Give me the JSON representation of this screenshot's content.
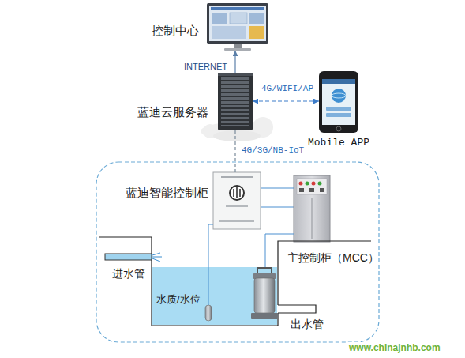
{
  "diagram": {
    "nodes": [
      {
        "text": [
          "控制中心"
        ]
      },
      {
        "text": [
          "蓝迪云服务器"
        ]
      },
      {
        "text": [
          "Mobile APP"
        ]
      },
      {
        "text": [
          "蓝迪智能控制柜"
        ]
      },
      {
        "text": [
          "主控制柜（MCC）"
        ]
      }
    ],
    "edges": [
      {
        "from": 1,
        "to": 0,
        "arrow": "to",
        "label": "INTERNET"
      },
      {
        "from": 1,
        "to": 2,
        "arrow": "both",
        "label": "4G/WIFI/AP"
      },
      {
        "from": 3,
        "to": 1,
        "arrow": "none",
        "label": "4G/3G/NB-IoT"
      },
      {
        "from": 3,
        "to": 4,
        "arrow": "none"
      }
    ],
    "labels": [
      "水质/水位",
      "进水管",
      "出水管",
      "www.chinajnhb.com"
    ]
  }
}
